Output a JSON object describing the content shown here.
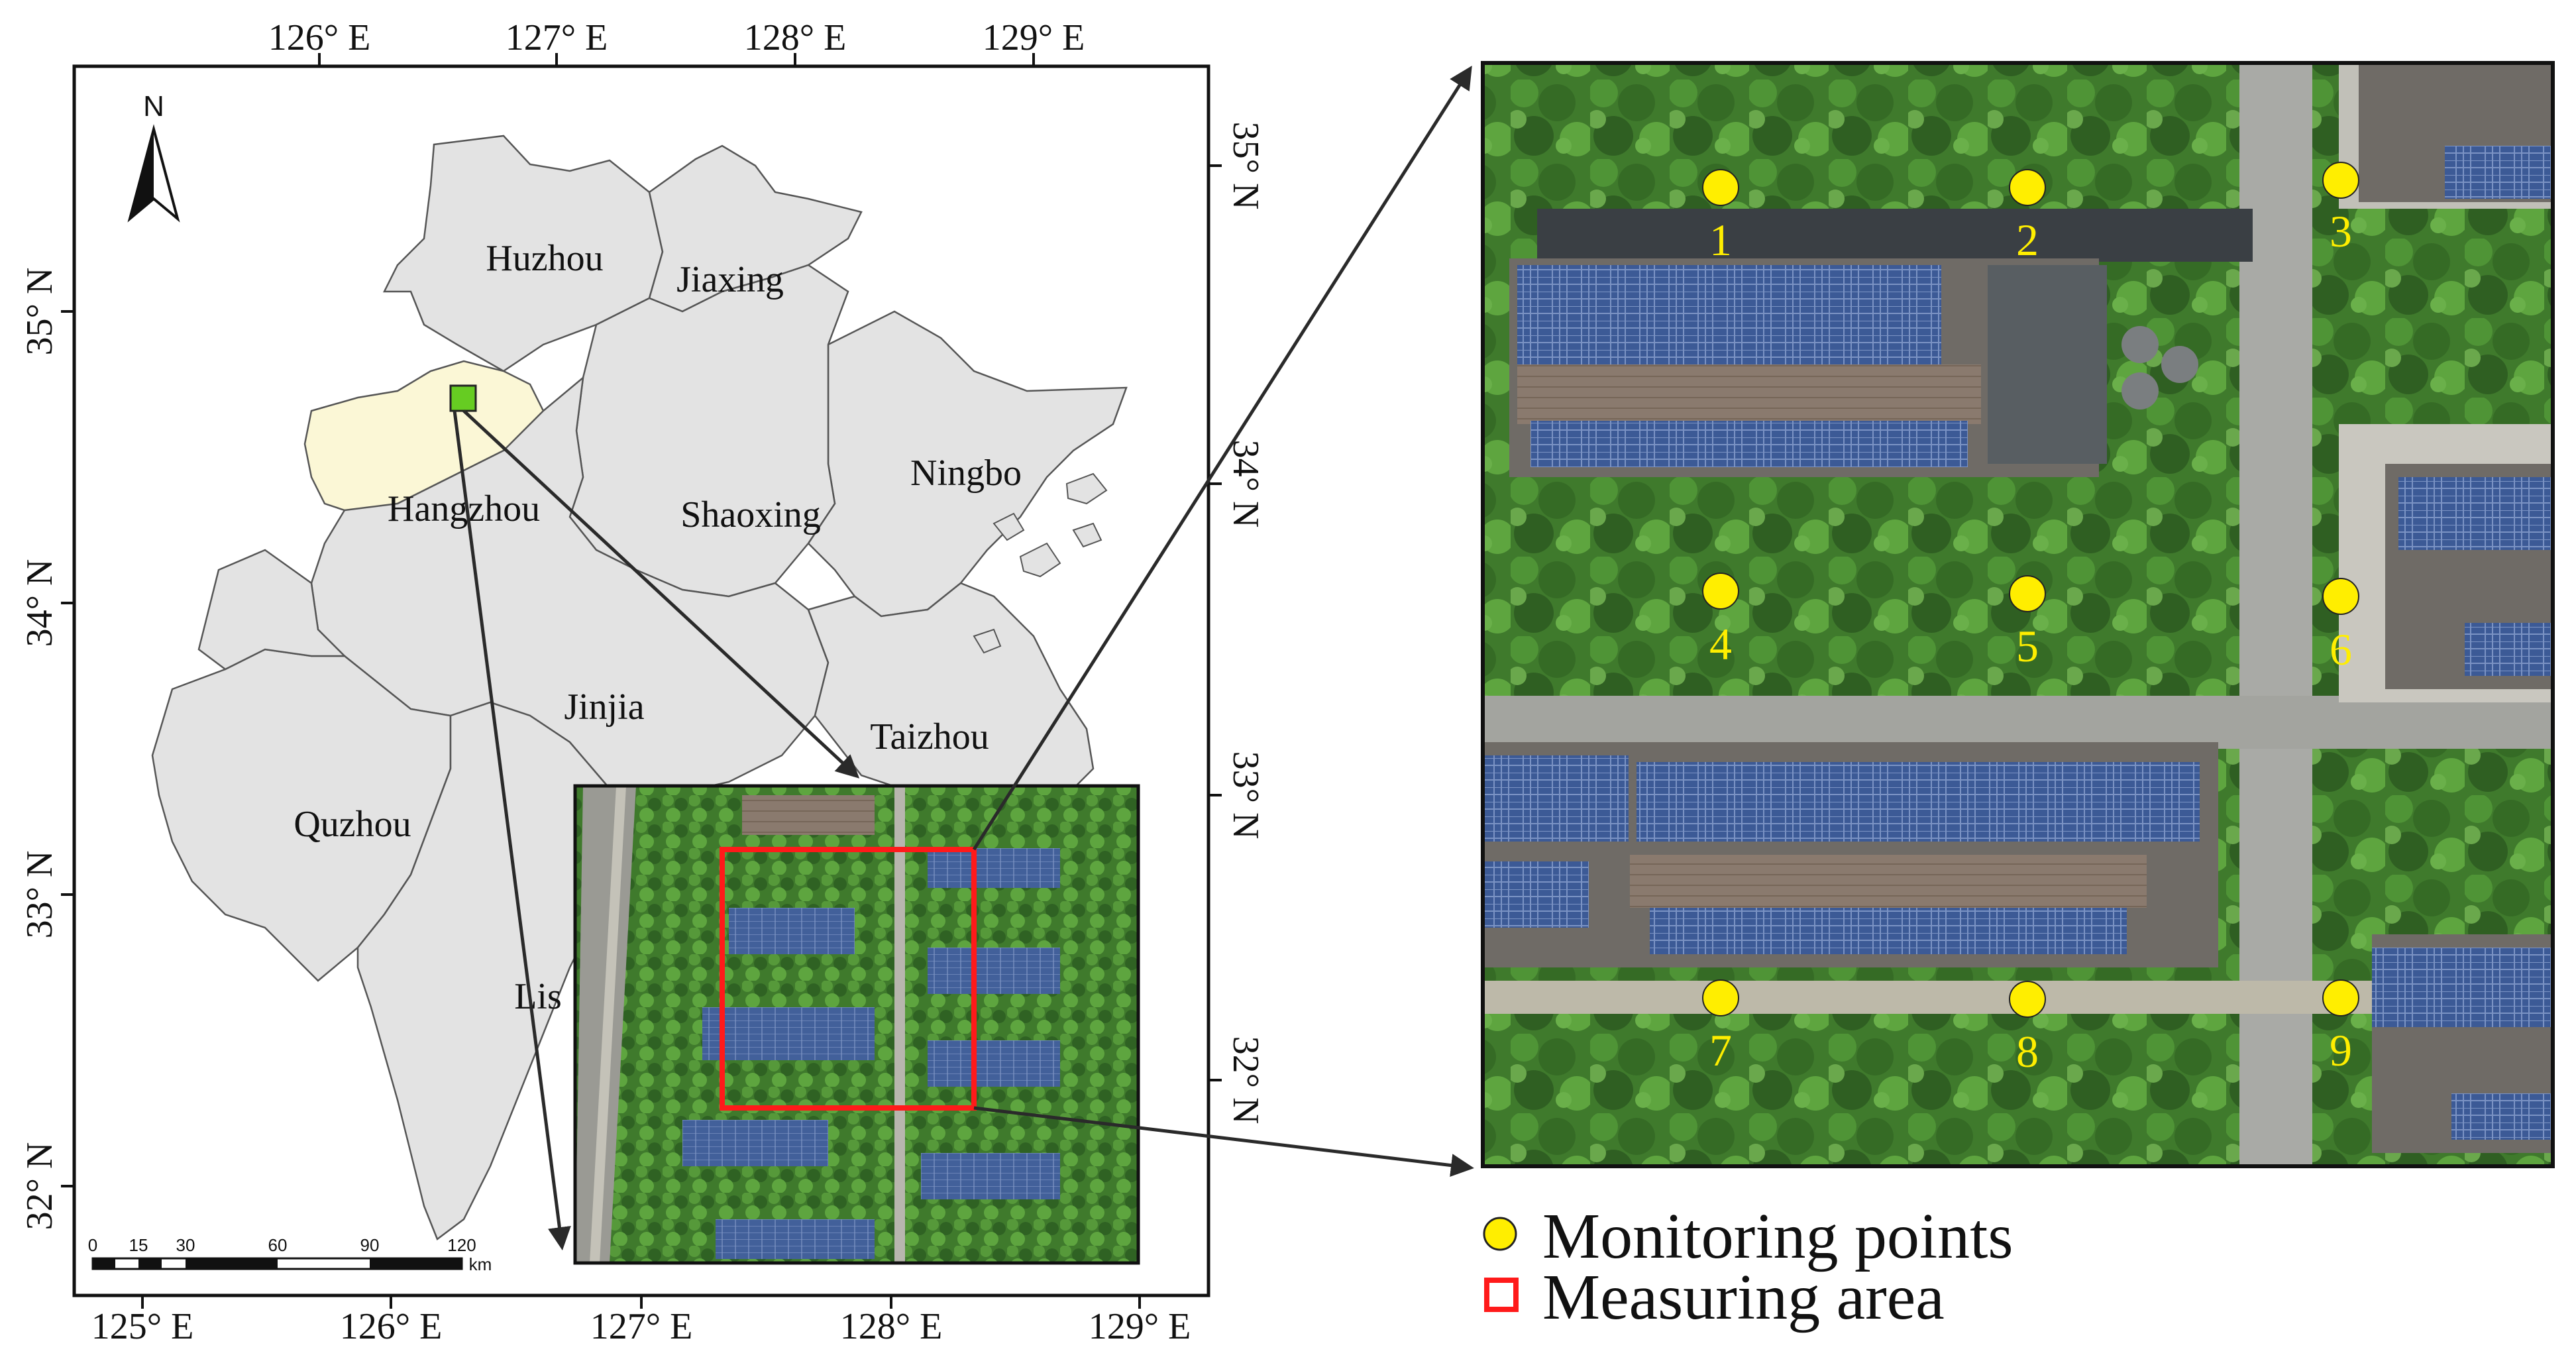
{
  "map_frame": {
    "top_ticks": [
      "126° E",
      "127° E",
      "128° E",
      "129° E"
    ],
    "bottom_ticks": [
      "125° E",
      "126° E",
      "127° E",
      "128° E",
      "129° E"
    ],
    "left_ticks": [
      "35° N",
      "34° N",
      "33° N",
      "32° N"
    ],
    "right_ticks": [
      "35° N",
      "34° N",
      "33° N",
      "32° N"
    ]
  },
  "north_arrow": {
    "label": "N"
  },
  "regions": [
    {
      "name": "Huzhou"
    },
    {
      "name": "Jiaxing"
    },
    {
      "name": "Hangzhou"
    },
    {
      "name": "Shaoxing"
    },
    {
      "name": "Ningbo"
    },
    {
      "name": "Jinjia"
    },
    {
      "name": "Taizhou"
    },
    {
      "name": "Quzhou"
    },
    {
      "name": "Lis"
    }
  ],
  "scale_bar": {
    "ticks": [
      "0",
      "15",
      "30",
      "60",
      "90",
      "120"
    ],
    "unit": "km"
  },
  "monitoring_points": [
    "1",
    "2",
    "3",
    "4",
    "5",
    "6",
    "7",
    "8",
    "9"
  ],
  "legend": {
    "monitoring": "Monitoring points",
    "measuring": "Measuring area"
  },
  "colors": {
    "province_fill": "#e3e3e3",
    "hangzhou_fill": "#fbf7d6",
    "study_site": "#66cc22",
    "point_fill": "#ffee00",
    "measuring_box": "#ff1a1a",
    "arrow": "#444444"
  }
}
